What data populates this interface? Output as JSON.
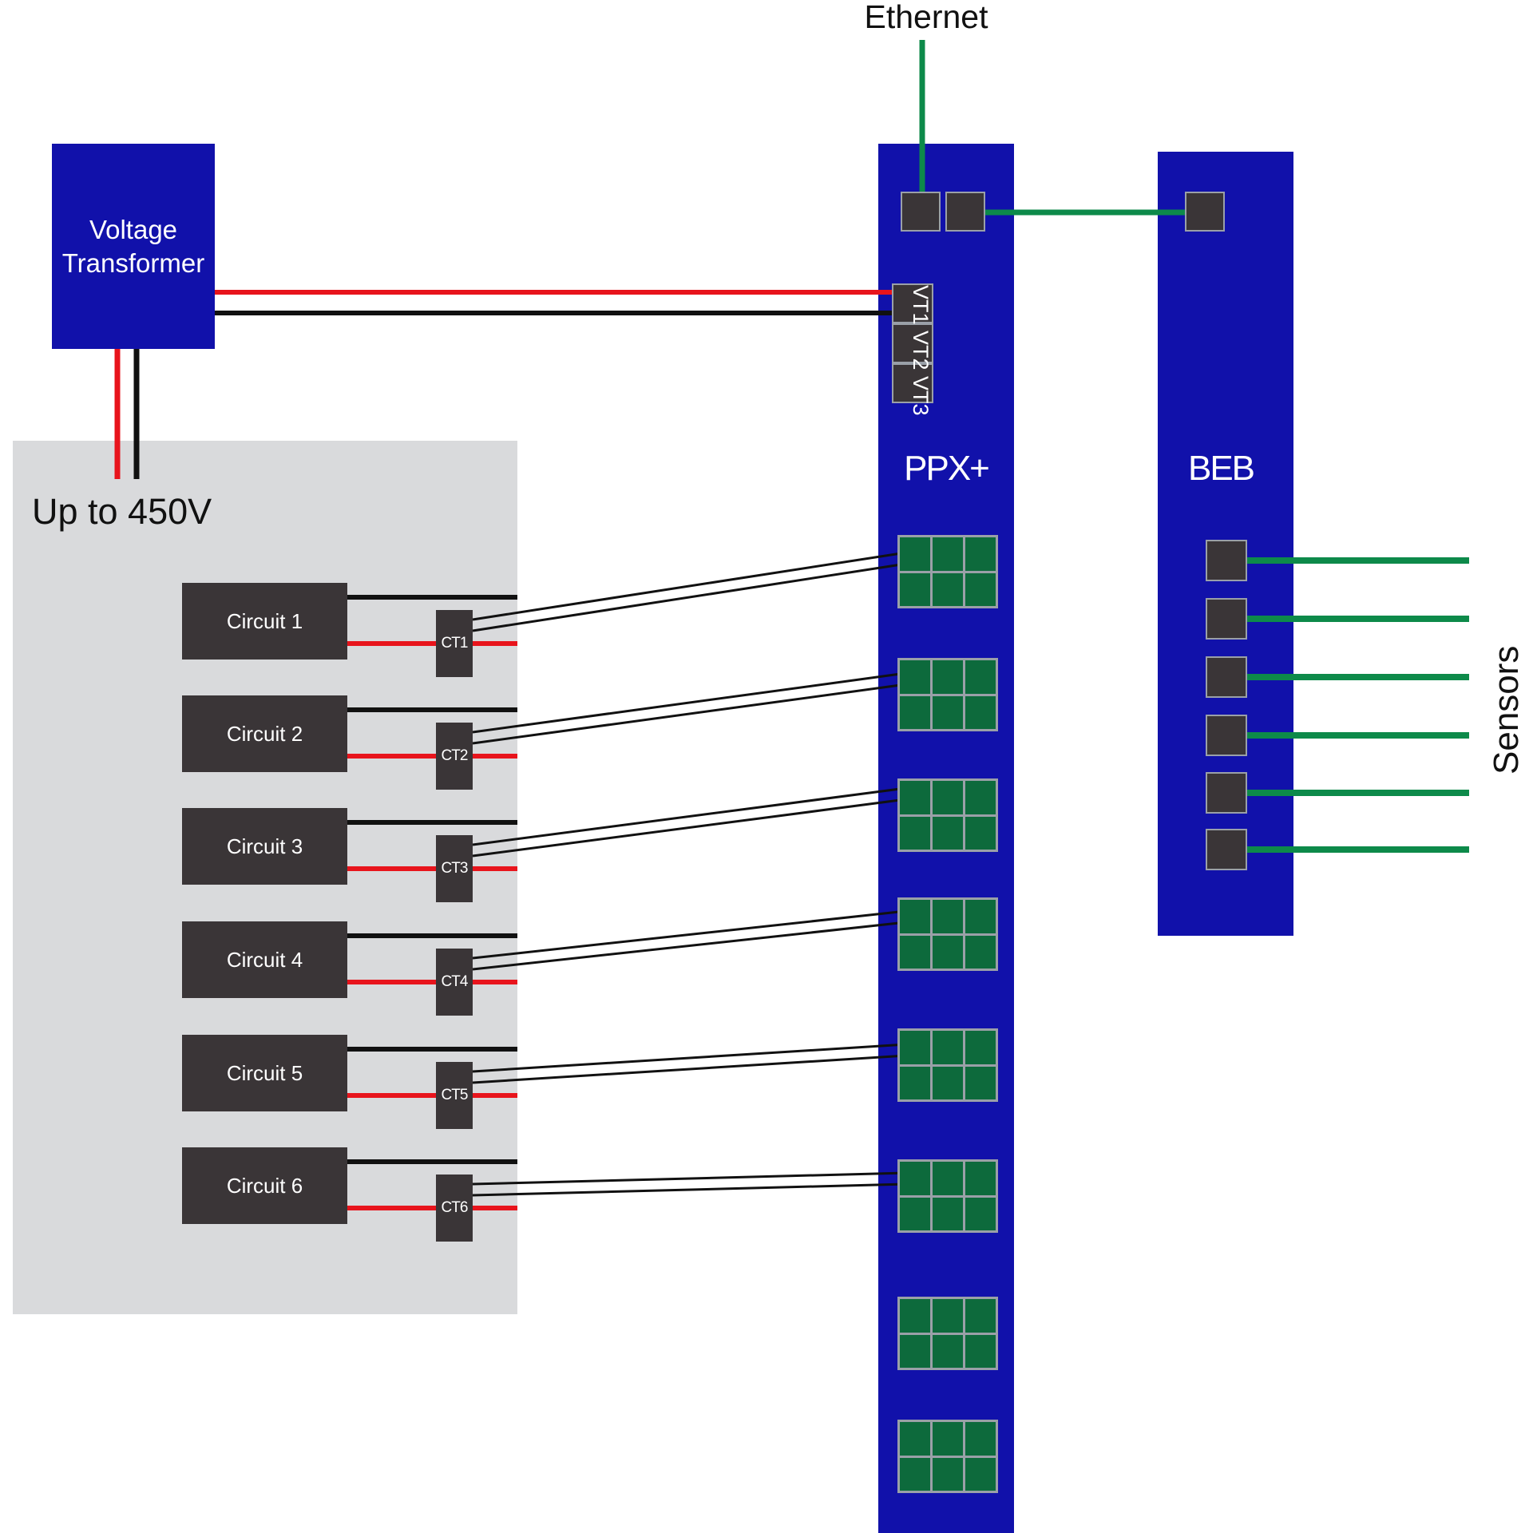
{
  "labels": {
    "ethernet": "Ethernet",
    "voltage_transformer_line1": "Voltage",
    "voltage_transformer_line2": "Transformer",
    "voltage_range": "Up to 450V",
    "ppx": "PPX+",
    "beb": "BEB",
    "vt_slots": "VT1 VT2 VT3",
    "sensors": "Sensors"
  },
  "circuits": [
    {
      "name": "Circuit 1",
      "ct": "CT1"
    },
    {
      "name": "Circuit 2",
      "ct": "CT2"
    },
    {
      "name": "Circuit 3",
      "ct": "CT3"
    },
    {
      "name": "Circuit 4",
      "ct": "CT4"
    },
    {
      "name": "Circuit 5",
      "ct": "CT5"
    },
    {
      "name": "Circuit 6",
      "ct": "CT6"
    }
  ],
  "colors": {
    "module_blue": "#1111aa",
    "device_dark": "#3a3537",
    "terminal_green": "#0d6a3c",
    "wire_red": "#e8141c",
    "wire_black": "#111111",
    "wire_green": "#0d8a4a",
    "panel_grey": "#d9dadc"
  },
  "icons": {
    "ethernet_port": "port-square",
    "terminal_block": "grid-3x2"
  }
}
